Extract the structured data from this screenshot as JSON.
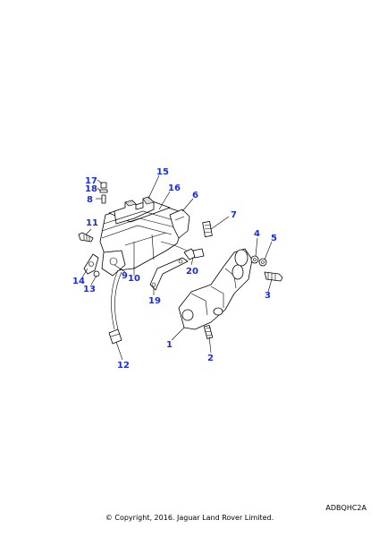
{
  "callouts": [
    "17",
    "18",
    "8",
    "15",
    "16",
    "6",
    "7",
    "11",
    "4",
    "5",
    "14",
    "13",
    "9",
    "10",
    "20",
    "3",
    "19",
    "1",
    "2",
    "12"
  ],
  "reference_code": "ADBQHC2A",
  "copyright": "© Copyright, 2016. Jaguar Land Rover Limited."
}
